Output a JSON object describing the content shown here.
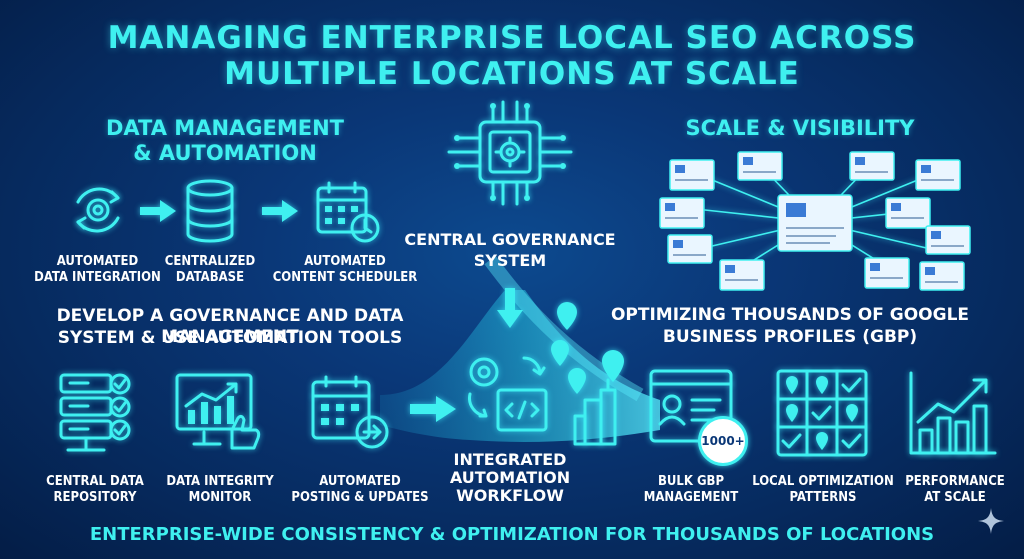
{
  "title": {
    "line1": "MANAGING ENTERPRISE LOCAL SEO ACROSS",
    "line2": "MULTIPLE LOCATIONS AT SCALE"
  },
  "left_section": {
    "heading_line1": "DATA MANAGEMENT",
    "heading_line2": "& AUTOMATION",
    "top_items": [
      {
        "line1": "AUTOMATED",
        "line2": "DATA INTEGRATION",
        "icon": "gear-sync-icon"
      },
      {
        "line1": "CENTRALIZED",
        "line2": "DATABASE",
        "icon": "database-icon"
      },
      {
        "line1": "AUTOMATED",
        "line2": "CONTENT SCHEDULER",
        "icon": "calendar-clock-icon"
      }
    ],
    "statement_line1": "DEVELOP A GOVERNANCE AND DATA MANAGEMENT",
    "statement_line2": "SYSTEM & USE AUTOMATION TOOLS",
    "bottom_items": [
      {
        "line1": "CENTRAL DATA",
        "line2": "REPOSITORY",
        "icon": "server-check-icon"
      },
      {
        "line1": "DATA INTEGRITY",
        "line2": "MONITOR",
        "icon": "monitor-chart-icon"
      },
      {
        "line1": "AUTOMATED",
        "line2": "POSTING & UPDATES",
        "icon": "calendar-arrow-icon"
      }
    ]
  },
  "center": {
    "governance_line1": "CENTRAL GOVERNANCE",
    "governance_line2": "SYSTEM",
    "workflow_line1": "INTEGRATED",
    "workflow_line2": "AUTOMATION",
    "workflow_line3": "WORKFLOW"
  },
  "right_section": {
    "heading": "SCALE & VISIBILITY",
    "statement_line1": "OPTIMIZING THOUSANDS OF GOOGLE",
    "statement_line2": "BUSINESS PROFILES (GBP)",
    "badge": "1000+",
    "bottom_items": [
      {
        "line1": "BULK GBP",
        "line2": "MANAGEMENT",
        "icon": "profile-card-icon"
      },
      {
        "line1": "LOCAL OPTIMIZATION",
        "line2": "PATTERNS",
        "icon": "pin-grid-icon"
      },
      {
        "line1": "PERFORMANCE",
        "line2": "AT SCALE",
        "icon": "growth-chart-icon"
      }
    ]
  },
  "footer": "ENTERPRISE-WIDE CONSISTENCY & OPTIMIZATION FOR THOUSANDS OF LOCATIONS",
  "colors": {
    "accent": "#3ff0f0",
    "background": "#0a3777"
  }
}
